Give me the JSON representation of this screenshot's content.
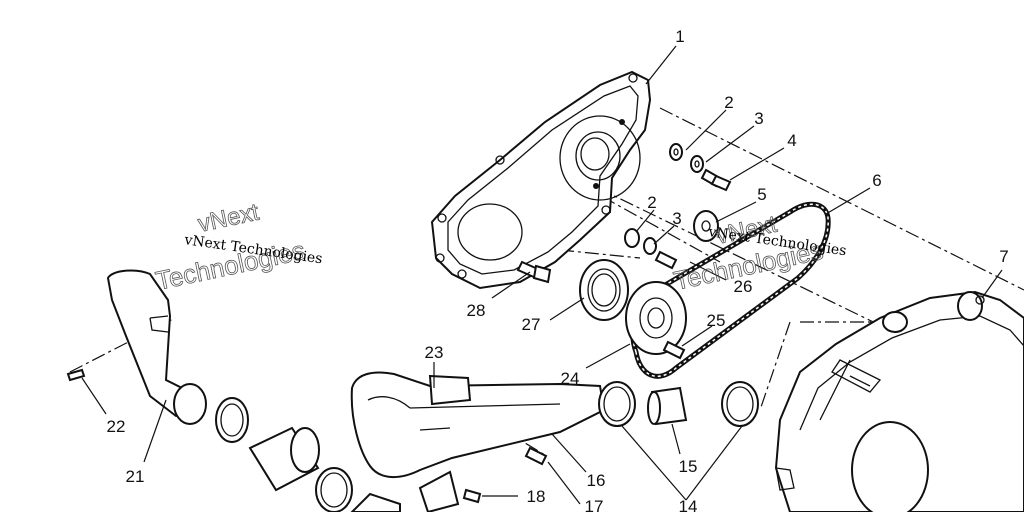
{
  "watermark": {
    "primary": "vNext Technologies",
    "outline_line1": "vNext",
    "outline_line2": "Technologies"
  },
  "callouts": [
    {
      "id": "c1",
      "label": "1"
    },
    {
      "id": "c2a",
      "label": "2"
    },
    {
      "id": "c3a",
      "label": "3"
    },
    {
      "id": "c4",
      "label": "4"
    },
    {
      "id": "c5",
      "label": "5"
    },
    {
      "id": "c6",
      "label": "6"
    },
    {
      "id": "c7",
      "label": "7"
    },
    {
      "id": "c2b",
      "label": "2"
    },
    {
      "id": "c3b",
      "label": "3"
    },
    {
      "id": "c26",
      "label": "26"
    },
    {
      "id": "c28",
      "label": "28"
    },
    {
      "id": "c27",
      "label": "27"
    },
    {
      "id": "c25",
      "label": "25"
    },
    {
      "id": "c24",
      "label": "24"
    },
    {
      "id": "c23",
      "label": "23"
    },
    {
      "id": "c22",
      "label": "22"
    },
    {
      "id": "c21",
      "label": "21"
    },
    {
      "id": "c16",
      "label": "16"
    },
    {
      "id": "c15",
      "label": "15"
    },
    {
      "id": "c14",
      "label": "14"
    },
    {
      "id": "c18",
      "label": "18"
    },
    {
      "id": "c17",
      "label": "17"
    }
  ]
}
